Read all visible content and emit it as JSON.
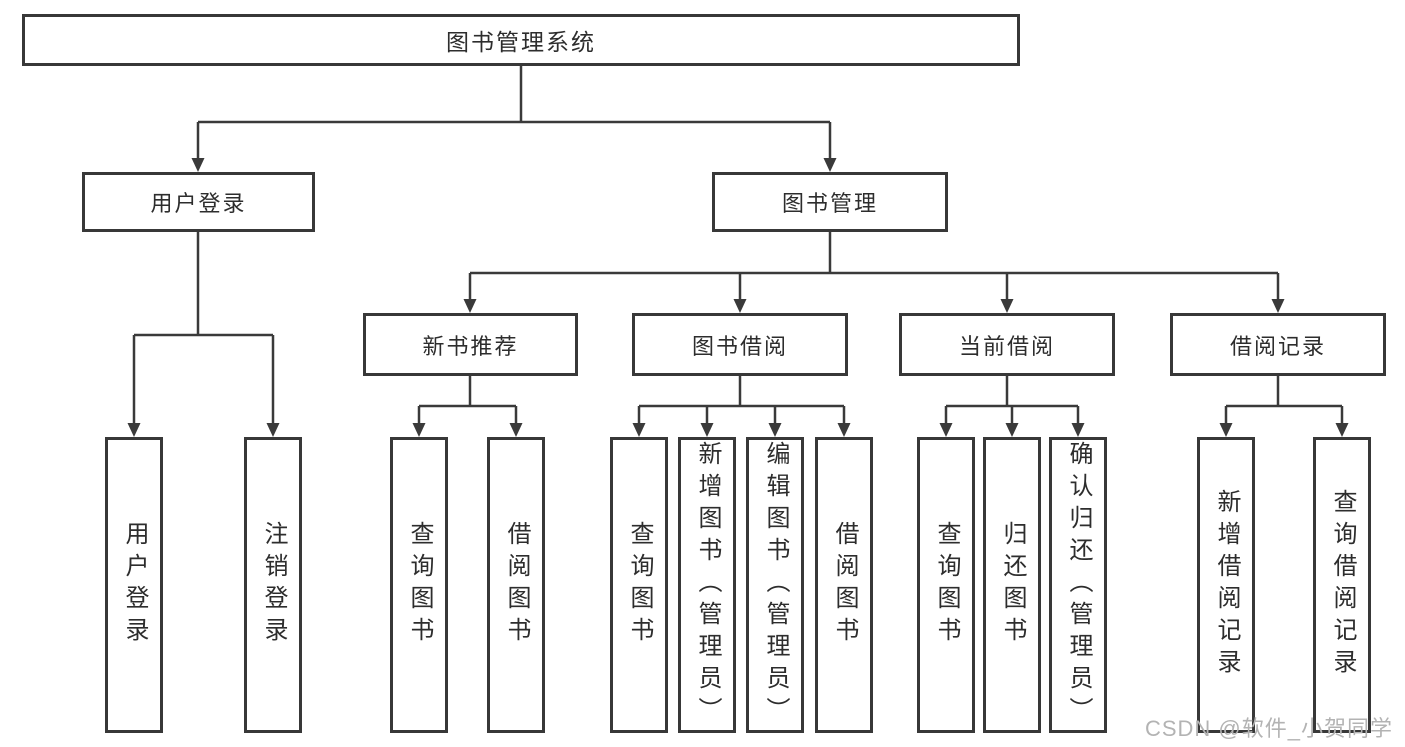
{
  "diagram": {
    "root": {
      "label": "图书管理系统"
    },
    "level2": [
      {
        "id": "user-login",
        "label": "用户登录"
      },
      {
        "id": "book-management",
        "label": "图书管理"
      }
    ],
    "level3": [
      {
        "id": "new-book-recommendation",
        "label": "新书推荐",
        "parent": "图书管理"
      },
      {
        "id": "book-borrowing",
        "label": "图书借阅",
        "parent": "图书管理"
      },
      {
        "id": "current-borrowing",
        "label": "当前借阅",
        "parent": "图书管理"
      },
      {
        "id": "borrowing-records",
        "label": "借阅记录",
        "parent": "图书管理"
      }
    ],
    "leaves": [
      {
        "id": "user-login-action",
        "label": "用户登录",
        "parent": "用户登录"
      },
      {
        "id": "logout",
        "label": "注销登录",
        "parent": "用户登录"
      },
      {
        "id": "query-books-recommend",
        "label": "查询图书",
        "parent": "新书推荐"
      },
      {
        "id": "borrow-books-recommend",
        "label": "借阅图书",
        "parent": "新书推荐"
      },
      {
        "id": "query-books-borrowing",
        "label": "查询图书",
        "parent": "图书借阅"
      },
      {
        "id": "add-books-admin",
        "label": "新增图书（管理员）",
        "parent": "图书借阅"
      },
      {
        "id": "edit-books-admin",
        "label": "编辑图书（管理员）",
        "parent": "图书借阅"
      },
      {
        "id": "borrow-books",
        "label": "借阅图书",
        "parent": "图书借阅"
      },
      {
        "id": "query-books-current",
        "label": "查询图书",
        "parent": "当前借阅"
      },
      {
        "id": "return-books",
        "label": "归还图书",
        "parent": "当前借阅"
      },
      {
        "id": "confirm-return-admin",
        "label": "确认归还（管理员）",
        "parent": "当前借阅"
      },
      {
        "id": "add-borrowing-record",
        "label": "新增借阅记录",
        "parent": "借阅记录"
      },
      {
        "id": "query-borrowing-record",
        "label": "查询借阅记录",
        "parent": "借阅记录"
      }
    ]
  },
  "watermark": "CSDN @软件_小贺同学",
  "colors": {
    "line": "#3a3a3a",
    "border": "#383838",
    "text": "#2d2d2d",
    "watermark": "#b3b3b3",
    "background": "#ffffff"
  }
}
